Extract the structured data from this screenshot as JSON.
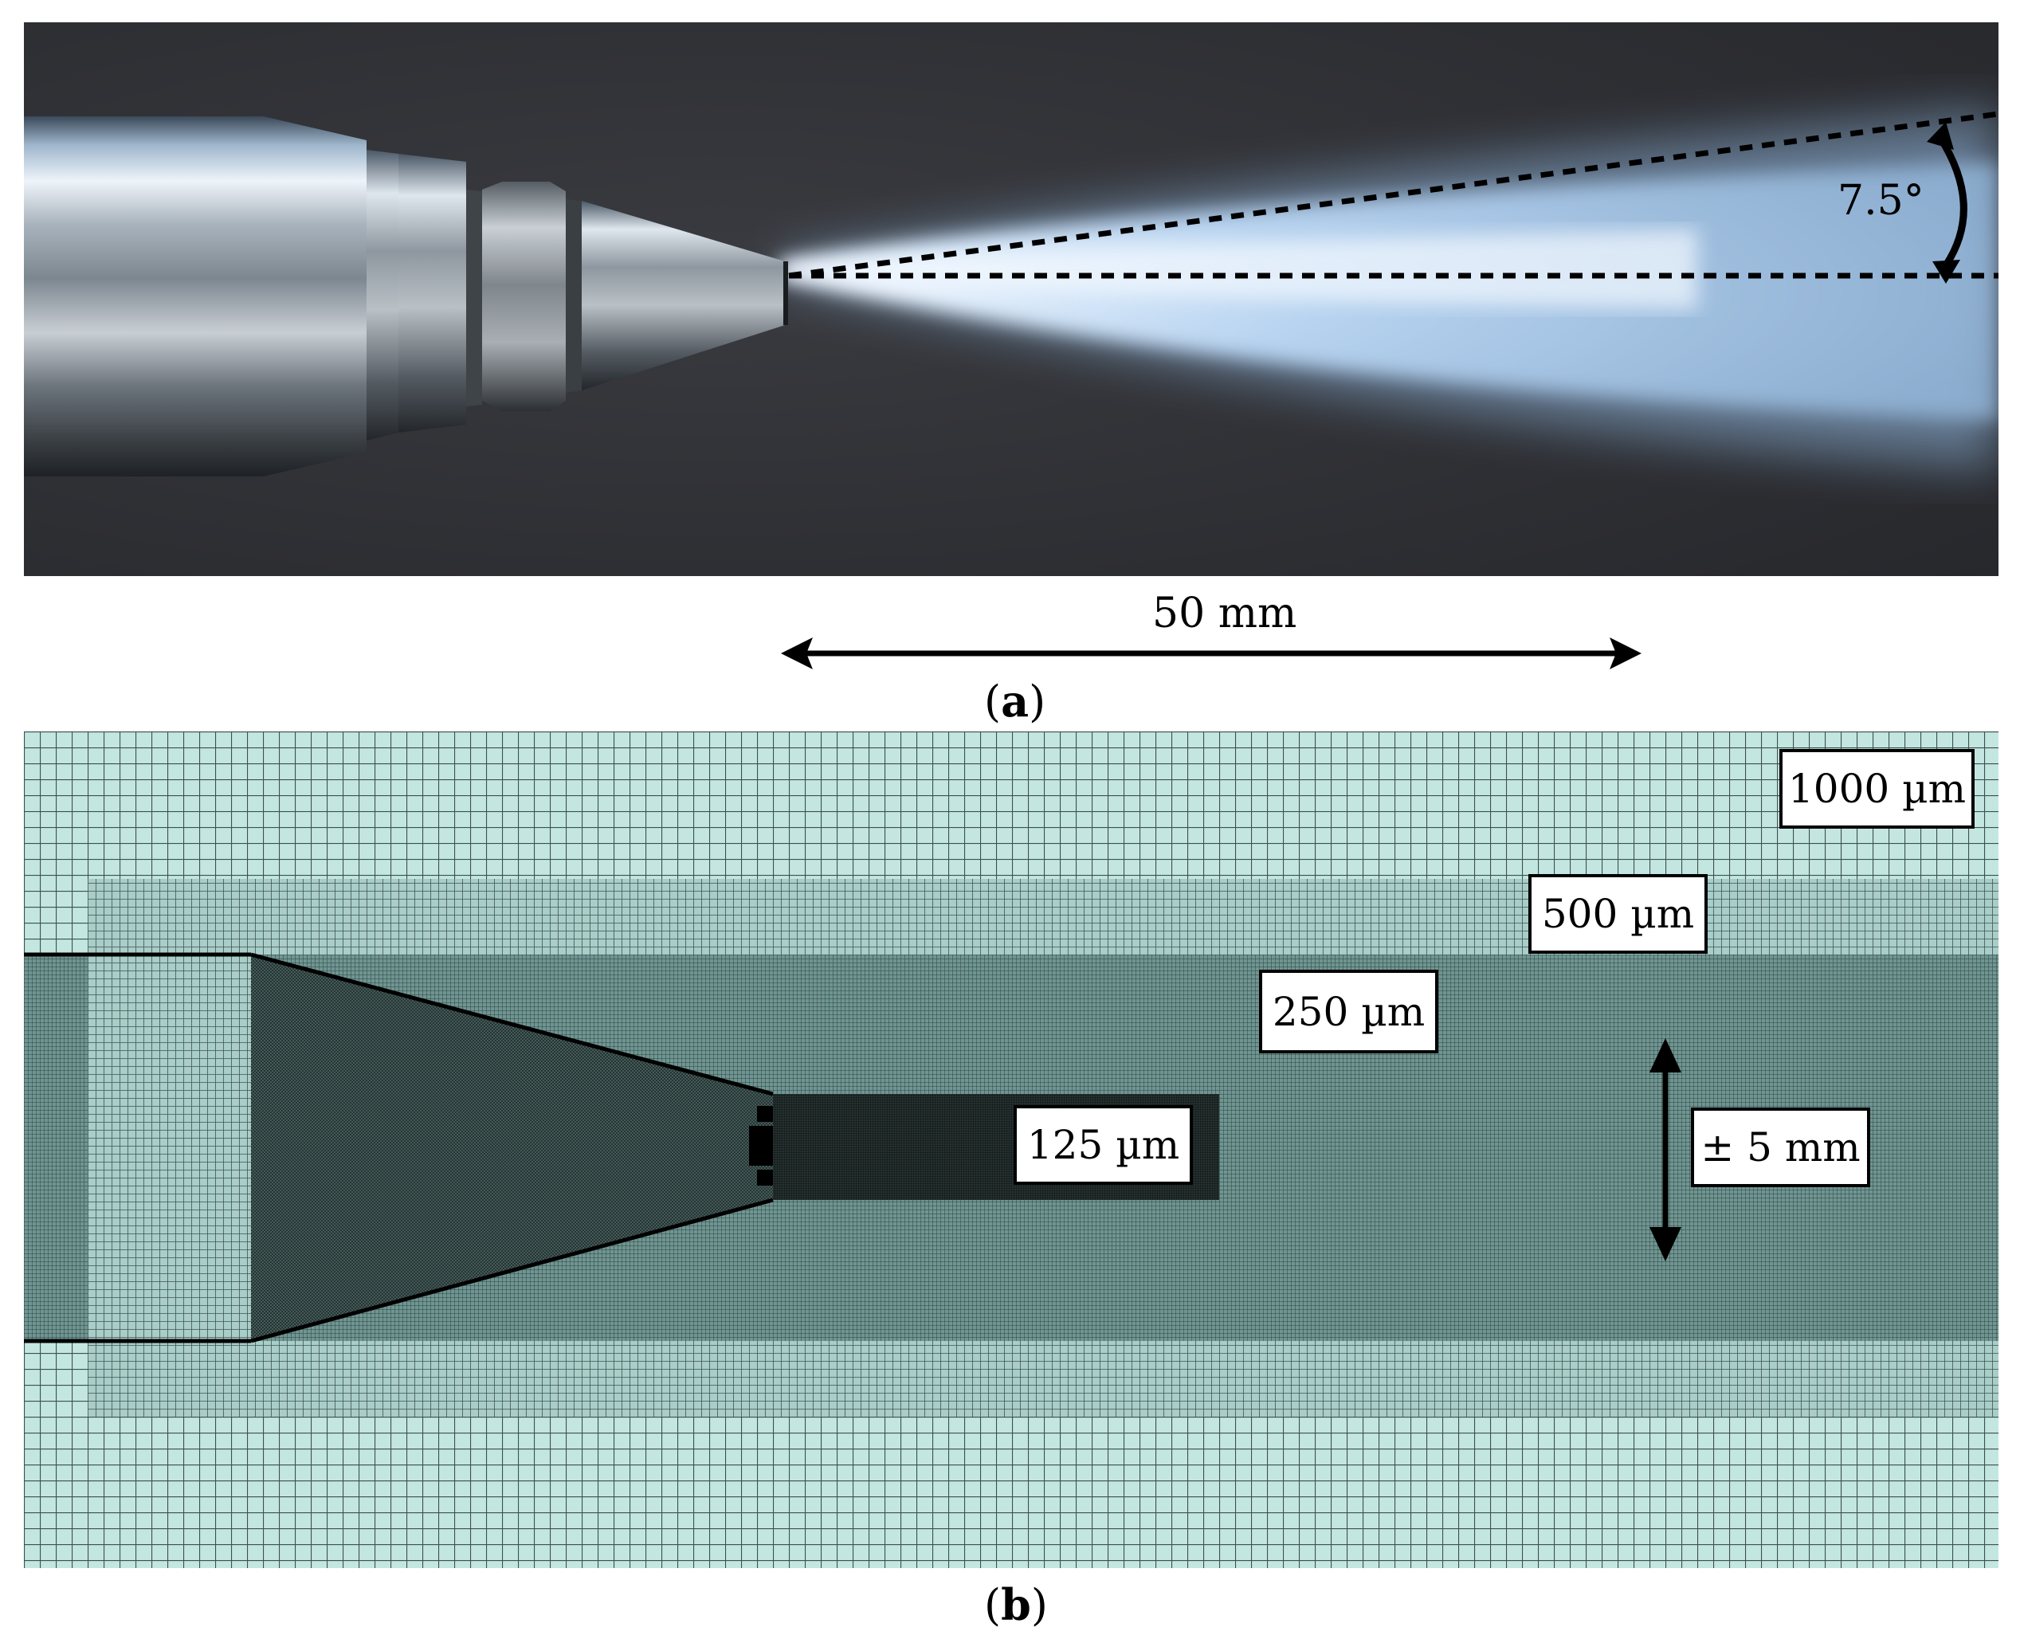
{
  "panel_a": {
    "angle_label": "7.5°",
    "scale_label": "50 mm",
    "caption_letter": "a"
  },
  "panel_b": {
    "labels": {
      "cell_1000": "1000 µm",
      "cell_500": "500 µm",
      "cell_250": "250 µm",
      "cell_125": "125 µm",
      "range": "± 5 mm"
    },
    "caption_letter": "b"
  },
  "colors": {
    "photo_background": "#2f3034",
    "spray": "#bcd8f5",
    "mesh_coarse": "#c4e6e1",
    "mesh_fine": "#5e8683",
    "mesh_finest": "#1c2423"
  }
}
